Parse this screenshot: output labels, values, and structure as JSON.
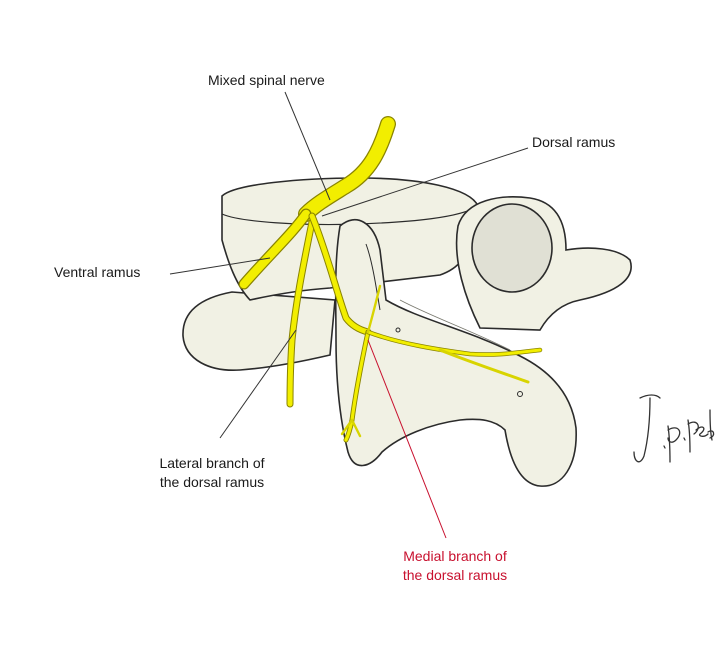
{
  "labels": {
    "mixed_spinal_nerve": "Mixed spinal nerve",
    "dorsal_ramus": "Dorsal ramus",
    "ventral_ramus": "Ventral ramus",
    "lateral_branch": "Lateral branch of\nthe dorsal ramus",
    "medial_branch": "Medial branch of\nthe dorsal ramus"
  },
  "signature": "J.p.ped",
  "colors": {
    "nerve": "#f2ee00",
    "nerve_outline": "#8a8400",
    "bone": "#f1f1e4",
    "bone_outline": "#2b2b2b",
    "facet": "#e0e0d4",
    "leader": "#333333",
    "highlight": "#c8102e"
  }
}
